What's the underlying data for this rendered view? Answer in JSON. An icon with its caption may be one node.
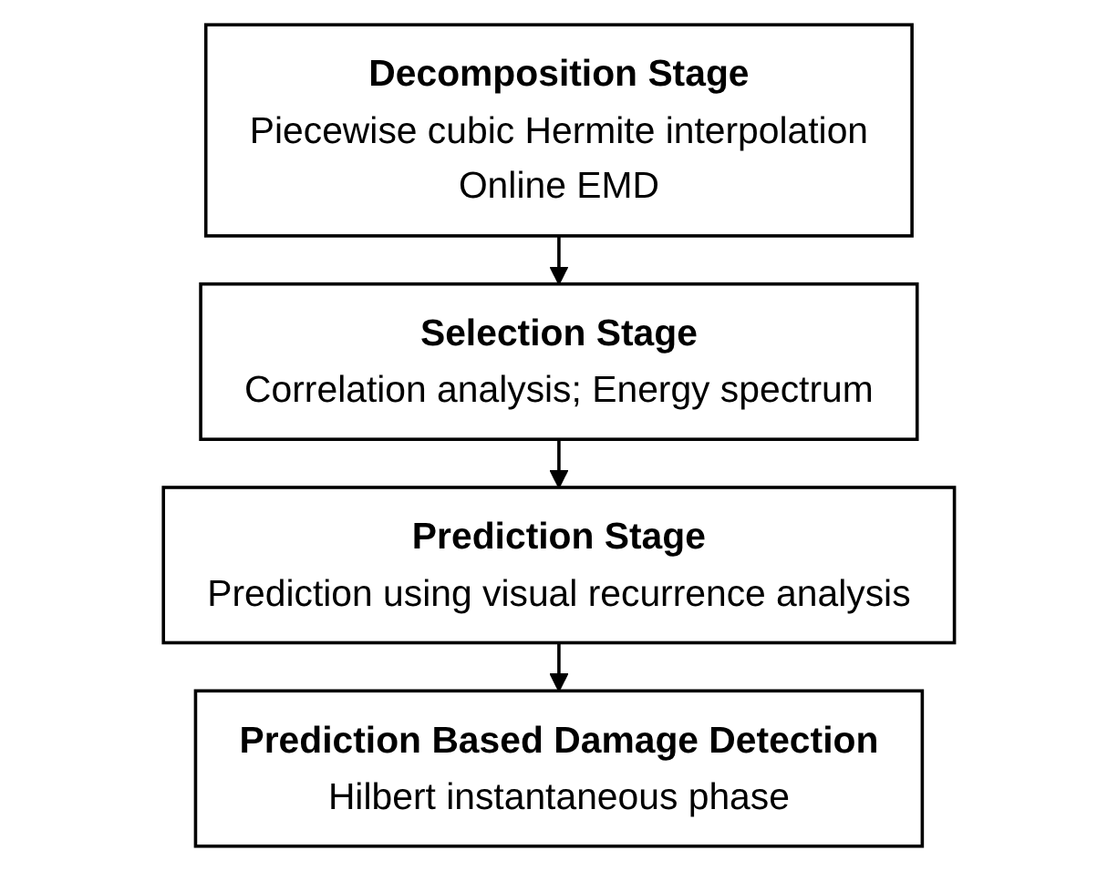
{
  "diagram": {
    "nodes": [
      {
        "text": [
          "Decomposition Stage",
          "Piecewise cubic Hermite interpolation",
          "Online EMD"
        ]
      },
      {
        "text": [
          "Selection Stage",
          "Correlation analysis; Energy spectrum"
        ]
      },
      {
        "text": [
          "Prediction Stage",
          "Prediction using visual recurrence analysis"
        ]
      },
      {
        "text": [
          "Prediction Based Damage Detection",
          "Hilbert instantaneous phase"
        ]
      }
    ],
    "edges": [
      {
        "from": 0,
        "to": 1,
        "arrow": "to"
      },
      {
        "from": 1,
        "to": 2,
        "arrow": "to"
      },
      {
        "from": 2,
        "to": 3,
        "arrow": "to"
      }
    ]
  }
}
